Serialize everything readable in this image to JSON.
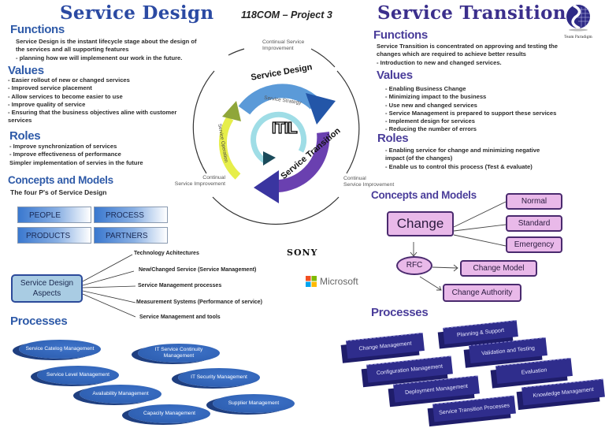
{
  "header": {
    "left_title": "Service Design",
    "center_title": "118COM – Project 3",
    "right_title": "Service Transition",
    "logo_caption": "Team Paradigm"
  },
  "colors": {
    "service_design_blue": "#2b4aa3",
    "service_transition_purple": "#3b2f8c",
    "design_arrow": "#5b9ad8",
    "transition_arrow": "#6a40b0",
    "operation_arrow": "#e6ee4a",
    "strategy_ring": "#9fdde6"
  },
  "service_design": {
    "functions": {
      "heading": "Functions",
      "lines": [
        "Service Design is the instant lifecycle stage about the design of",
        "the services and all supporting features",
        "- planning how we will implemenent our work in the future."
      ]
    },
    "values": {
      "heading": "Values",
      "lines": [
        "- Easier rollout of new or changed services",
        "- Improved service placement",
        "- Allow services to become easier to use",
        "- Improve quality of service",
        "- Ensuring that the business objectives aline with customer",
        "services"
      ]
    },
    "roles": {
      "heading": "Roles",
      "lines": [
        " - Improve synchronization of services",
        " - Improve effectiveness  of performance",
        "Simpler implementation of servies in the future"
      ]
    },
    "concepts": {
      "heading": "Concepts and Models",
      "subheading": "The four P's of Service Design",
      "four_ps": [
        "PEOPLE",
        "PROCESS",
        "PRODUCTS",
        "PARTNERS"
      ]
    },
    "aspects": {
      "center": "Service Design Aspects",
      "center_line1": "Service Design",
      "center_line2": "Aspects",
      "items": [
        "Technology Achitectures",
        "New/Changed Service (Service Management)",
        "Service Management processes",
        "Measurement Systems (Performance of service)",
        "Service Management and tools"
      ]
    },
    "processes": {
      "heading": "Processes",
      "items": [
        "Service Catelog Management",
        "IT Service  Continuity Management",
        "Service Level Management",
        "IT Security Management",
        "Availability Management",
        "Supplier Management",
        "Capacity Management"
      ]
    }
  },
  "itil_diagram": {
    "center": "ITIL",
    "service_strategy": "Service Strategy",
    "service_design": "Service Design",
    "service_transition": "Service Transition",
    "service_operation": "Service Operation",
    "csi_top_line1": "Continual Service",
    "csi_top_line2": "Improvement",
    "csi_left_line1": "Continual",
    "csi_left_line2": "Service Improvement",
    "csi_right_line1": "Continual",
    "csi_right_line2": "Service Improvement"
  },
  "sponsors": {
    "sony": "SONY",
    "microsoft": "Microsoft"
  },
  "service_transition": {
    "functions": {
      "heading": "Functions",
      "lines": [
        "Service Transition is concentrated on approving and testing the",
        "changes which are required to achieve better results",
        "- Introduction to new and changed services."
      ]
    },
    "values": {
      "heading": "Values",
      "lines": [
        "- Enabling Business Change",
        "- Minimizing impact to the business",
        "- Use new and changed services",
        "- Service Management is prepared to support these services",
        "- Implement design for services",
        "- Reducing the number of errors"
      ]
    },
    "roles": {
      "heading": "Roles",
      "lines": [
        "- Enabling service for change and minimizing negative",
        "impact (of the changes)",
        "- Enable us to control this process (Test & evaluate)"
      ]
    },
    "concepts": {
      "heading": "Concepts and Models",
      "change": "Change",
      "change_types": [
        "Normal",
        "Standard",
        "Emergency"
      ],
      "rfc": "RFC",
      "change_model": "Change Model",
      "change_authority": "Change Authority"
    },
    "processes": {
      "heading": "Processes",
      "items": [
        "Planning & Support",
        "Change Management",
        "Validation and Testing",
        "Configuration Management",
        "Evaluation",
        "Deployment Management",
        "Knowledge Managament",
        "Service Transition Processes"
      ]
    }
  }
}
